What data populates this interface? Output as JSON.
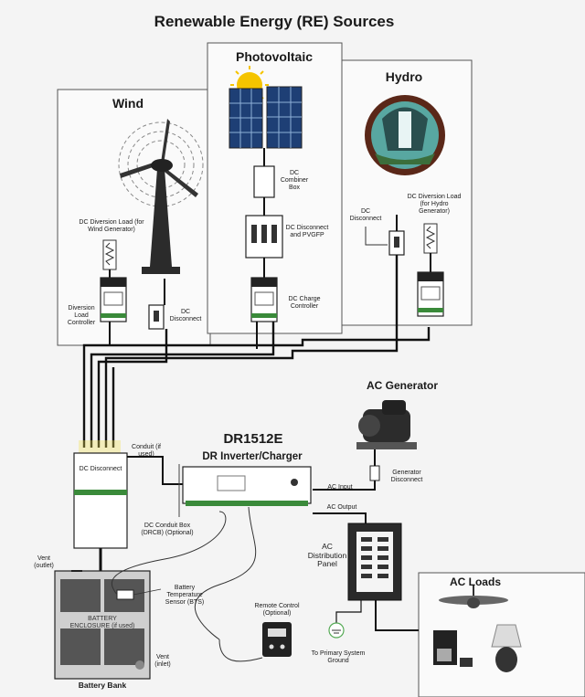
{
  "title": "Renewable Energy (RE) Sources",
  "sections": {
    "wind": "Wind",
    "photovoltaic": "Photovoltaic",
    "hydro": "Hydro",
    "ac_generator": "AC Generator",
    "ac_loads": "AC Loads"
  },
  "labels": {
    "dc_diversion_wind": "DC Diversion Load (for Wind Generator)",
    "diversion_load_controller": "Diversion Load Controller",
    "dc_disconnect_wind": "DC Disconnect",
    "dc_combiner_box": "DC Combiner Box",
    "dc_disconnect_pvgfp": "DC Disconnect and PVGFP",
    "dc_charge_controller": "DC Charge Controller",
    "dc_disconnect_hydro": "DC Disconnect",
    "dc_diversion_hydro": "DC Diversion Load (for Hydro Generator)",
    "conduit": "Conduit (if used)",
    "main_dc_disconnect": "DC Disconnect",
    "model": "DR1512E",
    "inverter": "DR Inverter/Charger",
    "generator_disconnect": "Generator Disconnect",
    "ac_input": "AC Input",
    "ac_output": "AC Output",
    "dc_conduit_box": "DC Conduit Box (DRCB) (Optional)",
    "ac_distribution_panel": "AC Distribution Panel",
    "vent_outlet": "Vent (outlet)",
    "battery_temp_sensor": "Battery Temperature Sensor (BTS)",
    "battery_enclosure": "BATTERY ENCLOSURE (if used)",
    "vent_inlet": "Vent (inlet)",
    "remote_control": "Remote Control (Optional)",
    "primary_ground": "To Primary System Ground",
    "battery_bank": "Battery Bank"
  }
}
